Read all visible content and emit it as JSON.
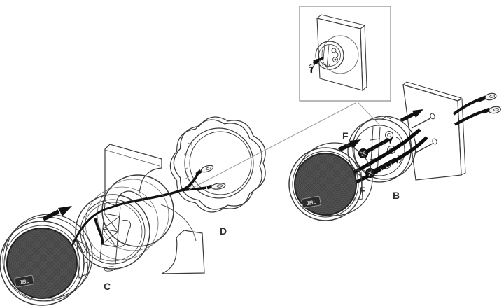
{
  "diagram": {
    "type": "exploded-installation-diagram",
    "subject": "tweeter speaker flush and surface mounting",
    "colors": {
      "background": "#ffffff",
      "line": "#3a3a3a",
      "grille": "#4a4a4a",
      "knurl": "#bdbdbd",
      "leader": "#999999",
      "wire": "#111111"
    },
    "labels": {
      "cup": "C",
      "trim_ring": "D",
      "bracket": "B",
      "screw_top": "F",
      "screw_bottom": "F"
    },
    "logos": {
      "left_tweeter": "JBL",
      "right_tweeter": "JBL"
    }
  }
}
